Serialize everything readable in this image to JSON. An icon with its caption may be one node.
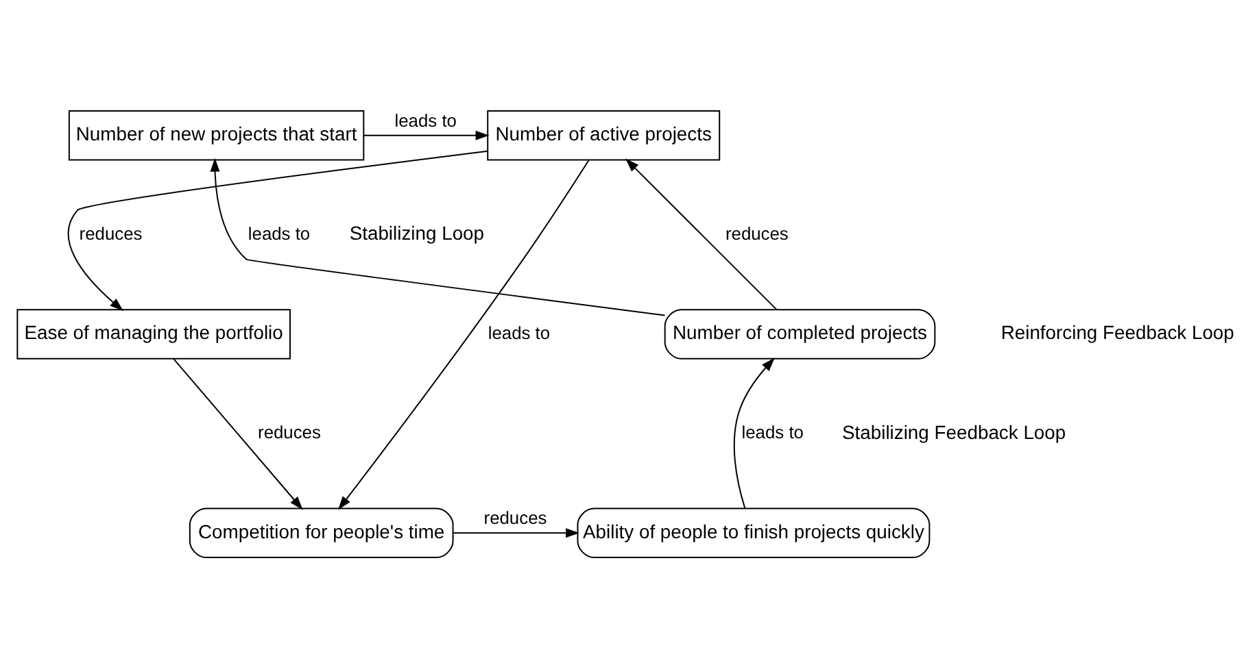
{
  "diagram": {
    "nodes": [
      {
        "text": [
          "Number of new projects that start"
        ]
      },
      {
        "text": [
          "Number of active projects"
        ]
      },
      {
        "text": [
          "Ease of managing the portfolio"
        ]
      },
      {
        "text": [
          "Number of completed projects"
        ]
      },
      {
        "text": [
          "Competition for people's time"
        ]
      },
      {
        "text": [
          "Ability of people to finish projects quickly"
        ]
      }
    ],
    "edges": [
      {
        "from": 0,
        "to": 1,
        "arrow": "to",
        "label": "leads to"
      },
      {
        "from": 1,
        "to": 2,
        "arrow": "to",
        "label": "reduces"
      },
      {
        "from": 1,
        "to": 4,
        "arrow": "to",
        "label": "leads to"
      },
      {
        "from": 2,
        "to": 4,
        "arrow": "to",
        "label": "reduces"
      },
      {
        "from": 4,
        "to": 5,
        "arrow": "to",
        "label": "reduces"
      },
      {
        "from": 5,
        "to": 3,
        "arrow": "to",
        "label": "leads to"
      },
      {
        "from": 3,
        "to": 1,
        "arrow": "to",
        "label": "reduces"
      },
      {
        "from": 3,
        "to": 0,
        "arrow": "to",
        "label": "leads to"
      }
    ],
    "labels": [
      "Stabilizing Loop",
      "Reinforcing Feedback Loop",
      "Stabilizing Feedback Loop"
    ]
  }
}
